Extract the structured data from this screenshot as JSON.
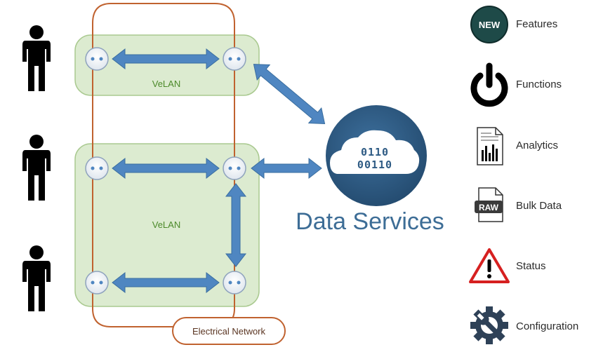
{
  "velan_top_label": "VeLAN",
  "velan_bottom_label": "VeLAN",
  "network_label": "Electrical Network",
  "data_services": {
    "title": "Data Services",
    "cloud_digits_row1": "0110",
    "cloud_digits_row2": "00110"
  },
  "legend": {
    "new_badge": "NEW",
    "items": [
      {
        "icon": "new-badge-icon",
        "label": "Features"
      },
      {
        "icon": "power-icon",
        "label": "Functions"
      },
      {
        "icon": "bar-chart-document-icon",
        "label": "Analytics"
      },
      {
        "icon": "raw-file-icon",
        "label": "Bulk Data"
      },
      {
        "icon": "warning-triangle-icon",
        "label": "Status"
      },
      {
        "icon": "gear-wrench-icon",
        "label": "Configuration"
      }
    ],
    "raw_badge": "RAW"
  },
  "colors": {
    "velan_fill": "#dcebd0",
    "velan_border": "#a9c98f",
    "network_line": "#c0622f",
    "arrow": "#4f86c1",
    "cloud_circle": "#2e5b84",
    "text_blue": "#3d6d96",
    "person": "#000000"
  }
}
